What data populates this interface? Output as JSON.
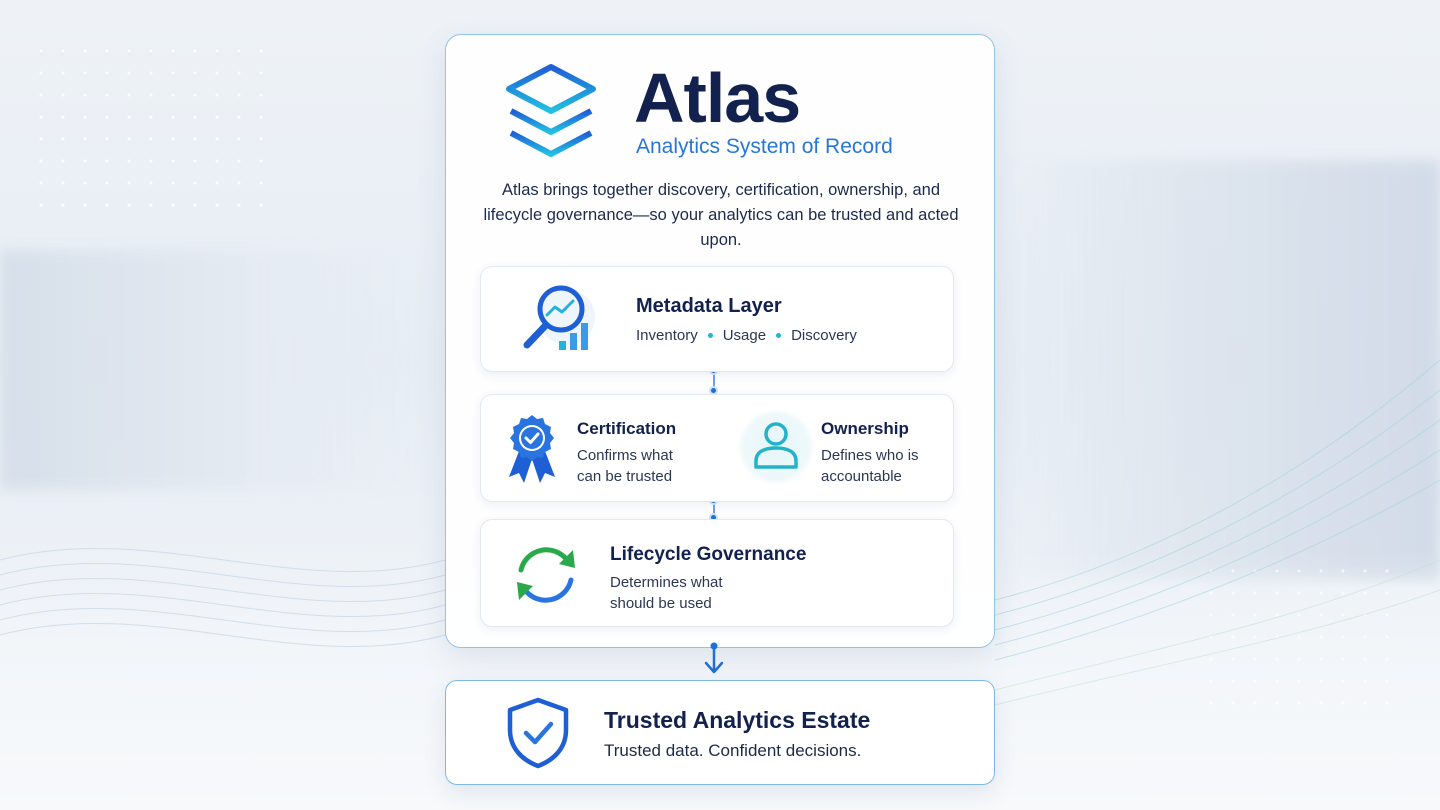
{
  "header": {
    "title": "Atlas",
    "subtitle": "Analytics System of Record",
    "description": "Atlas brings together discovery, certification, ownership, and lifecycle governance—so your analytics can be trusted and acted upon."
  },
  "metadata_layer": {
    "title": "Metadata Layer",
    "items": [
      "Inventory",
      "Usage",
      "Discovery"
    ],
    "icon": "magnifier-chart-icon"
  },
  "certification": {
    "title": "Certification",
    "line1": "Confirms what",
    "line2": "can be trusted",
    "icon": "ribbon-badge-check-icon"
  },
  "ownership": {
    "title": "Ownership",
    "line1": "Defines who is",
    "line2": "accountable",
    "icon": "user-icon"
  },
  "lifecycle": {
    "title": "Lifecycle Governance",
    "line1": "Determines what",
    "line2": "should be used",
    "icon": "cycle-arrows-icon"
  },
  "outcome": {
    "title": "Trusted Analytics Estate",
    "subtitle": "Trusted data. Confident decisions.",
    "icon": "shield-check-icon"
  },
  "colors": {
    "navy": "#12214d",
    "blue": "#1f6fd6",
    "cyan": "#22b3d6",
    "green": "#2aa84a",
    "border": "#8fc4ea"
  }
}
